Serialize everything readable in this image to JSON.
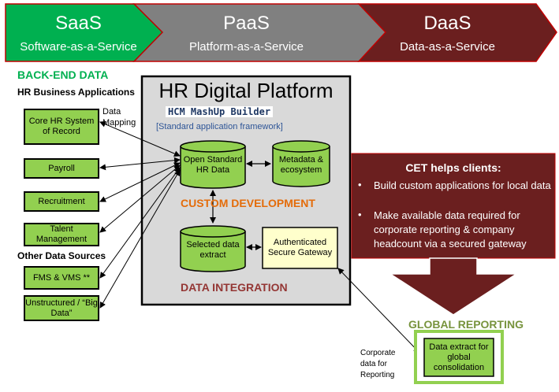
{
  "banner": {
    "saas": {
      "title": "SaaS",
      "subtitle": "Software-as-a-Service"
    },
    "paas": {
      "title": "PaaS",
      "subtitle": "Platform-as-a-Service"
    },
    "daas": {
      "title": "DaaS",
      "subtitle": "Data-as-a-Service"
    }
  },
  "backend": {
    "heading": "BACK-END DATA",
    "subheading": "HR Business Applications",
    "data_mapping": "Data\nMapping",
    "apps": [
      "Core HR System of Record",
      "Payroll",
      "Recruitment",
      "Talent Management"
    ],
    "other_heading": "Other Data Sources",
    "other_sources": [
      "FMS & VMS **",
      "Unstructured / “Big Data”"
    ]
  },
  "platform": {
    "title": "HR Digital Platform",
    "builder": "HCM MashUp Builder",
    "framework": "[Standard application framework]",
    "open_data": "Open Standard HR Data",
    "metadata": "Metadata & ecosystem",
    "custom_dev": "CUSTOM DEVELOPMENT",
    "selected_extract": "Selected data extract",
    "gateway": "Authenticated Secure Gateway",
    "data_integration": "DATA INTEGRATION"
  },
  "cet": {
    "heading": "CET helps clients:",
    "items": [
      "Build custom applications for local data",
      "Make available data required for corporate reporting & company headcount  via a secured gateway"
    ]
  },
  "global": {
    "heading": "GLOBAL REPORTING",
    "box": "Data extract for global consolidation",
    "corporate_note": "Corporate data for Reporting"
  },
  "colors": {
    "saas": "#00b050",
    "paas": "#7f7f7f",
    "daas": "#6b1f1f",
    "green_box": "#92d050",
    "orange": "#e46c0a",
    "dark_red": "#943634",
    "platform_bg": "#d9d9d9",
    "gateway_bg": "#ffffcc",
    "global_green": "#77933c"
  }
}
